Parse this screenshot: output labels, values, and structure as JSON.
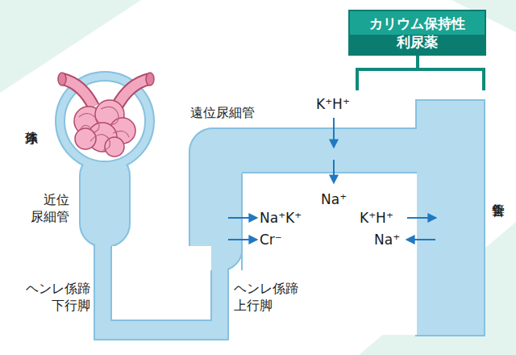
{
  "diagram": {
    "nodes": [
      {
        "text": [
          "カリウム保持性 利尿薬"
        ]
      }
    ],
    "labels": [
      "糸球体",
      "遠位尿細管",
      "K⁺H⁺",
      "Na⁺",
      "近位 尿細管",
      "Na⁺K⁺",
      "Cr⁻",
      "K⁺H⁺",
      "Na⁺",
      "集合管",
      "ヘンレ係蹄 下行脚",
      "ヘンレ係蹄 上行脚"
    ]
  }
}
